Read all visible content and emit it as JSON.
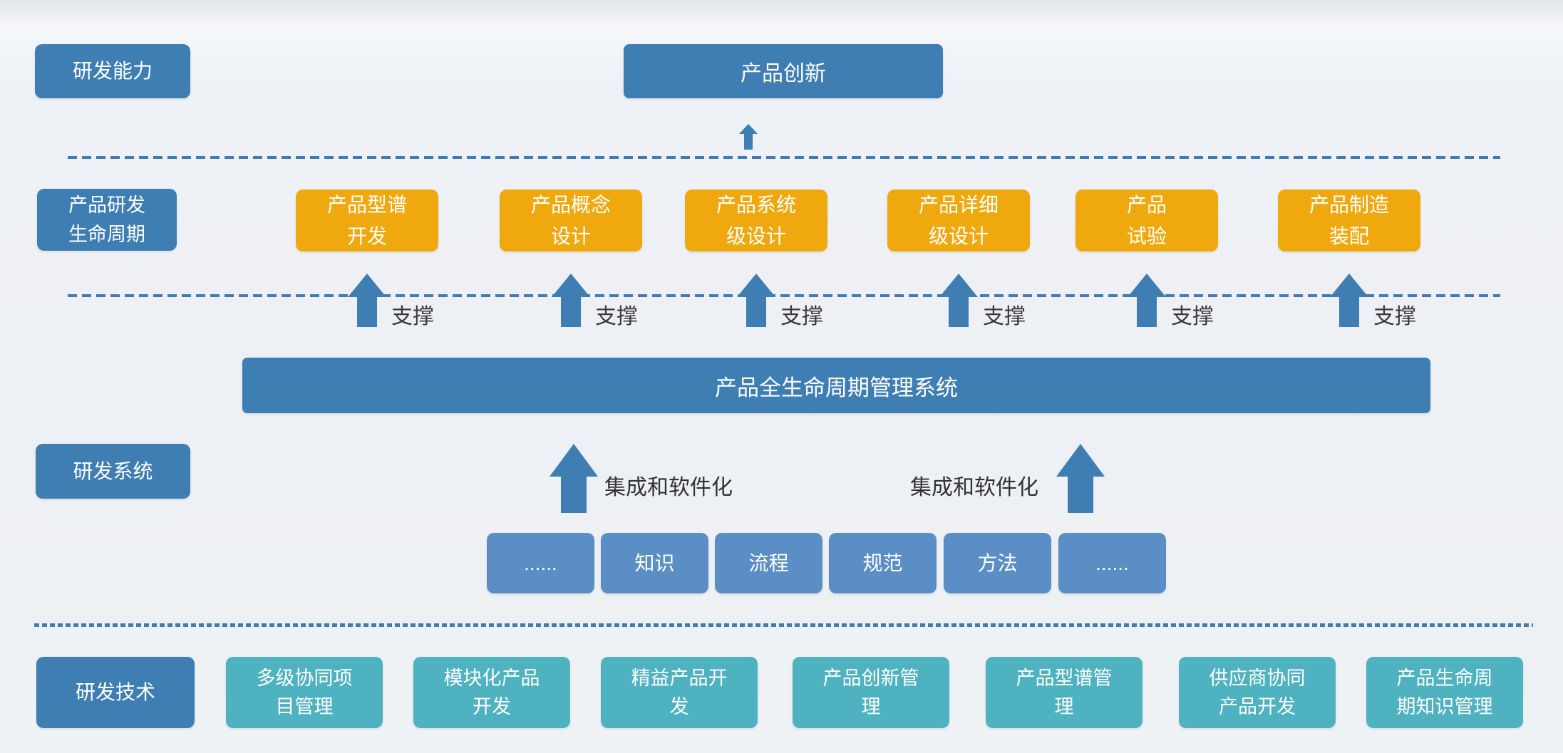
{
  "diagram": {
    "row_capability": {
      "side_label": "研发能力",
      "top_box": "产品创新"
    },
    "row_lifecycle": {
      "side_label_lines": [
        "产品研发",
        "生命周期"
      ],
      "stages": [
        {
          "lines": [
            "产品型谱",
            "开发"
          ]
        },
        {
          "lines": [
            "产品概念",
            "设计"
          ]
        },
        {
          "lines": [
            "产品系统",
            "级设计"
          ]
        },
        {
          "lines": [
            "产品详细",
            "级设计"
          ]
        },
        {
          "lines": [
            "产品",
            "试验"
          ]
        },
        {
          "lines": [
            "产品制造",
            "装配"
          ]
        }
      ],
      "support_label": "支撑"
    },
    "row_system": {
      "banner": "产品全生命周期管理系统",
      "side_label": "研发系统",
      "integration_label": "集成和软件化",
      "elements": [
        "......",
        "知识",
        "流程",
        "规范",
        "方法",
        "......"
      ]
    },
    "row_technology": {
      "side_label": "研发技术",
      "items": [
        {
          "lines": [
            "多级协同项",
            "目管理"
          ]
        },
        {
          "lines": [
            "模块化产品",
            "开发"
          ]
        },
        {
          "lines": [
            "精益产品开",
            "发"
          ]
        },
        {
          "lines": [
            "产品创新管",
            "理"
          ]
        },
        {
          "lines": [
            "产品型谱管",
            "理"
          ]
        },
        {
          "lines": [
            "供应商协同",
            "产品开发"
          ]
        },
        {
          "lines": [
            "产品生命周",
            "期知识管理"
          ]
        }
      ]
    }
  },
  "colors": {
    "primary_blue": "#3E7EB3",
    "orange": "#EFA90F",
    "light_blue": "#5A8EC4",
    "teal": "#4FB2C0",
    "dash_blue": "#3F7CB1",
    "annotation_text": "#3A3A3A",
    "box_text": "#FFFFFF"
  }
}
